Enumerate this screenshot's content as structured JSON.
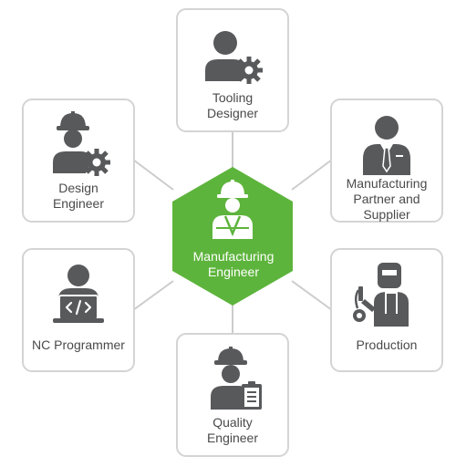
{
  "colors": {
    "hub": "#5db43c",
    "icon": "#58595b",
    "border": "#d4d4d4",
    "connector": "#cccccc",
    "text": "#4a4a4a"
  },
  "hub": {
    "label": "Manufacturing\nEngineer",
    "icon": "hard-hat-vest-worker-icon"
  },
  "roles": {
    "tooling_designer": {
      "label": "Tooling\nDesigner",
      "icon": "person-gear-icon"
    },
    "design_engineer": {
      "label": "Design\nEngineer",
      "icon": "hard-hat-gear-icon"
    },
    "manufacturing_partner": {
      "label": "Manufacturing\nPartner and\nSupplier",
      "icon": "business-person-tie-icon"
    },
    "nc_programmer": {
      "label": "NC Programmer",
      "icon": "person-laptop-code-icon"
    },
    "production": {
      "label": "Production",
      "icon": "welder-icon"
    },
    "quality_engineer": {
      "label": "Quality\nEngineer",
      "icon": "hard-hat-clipboard-icon"
    }
  }
}
